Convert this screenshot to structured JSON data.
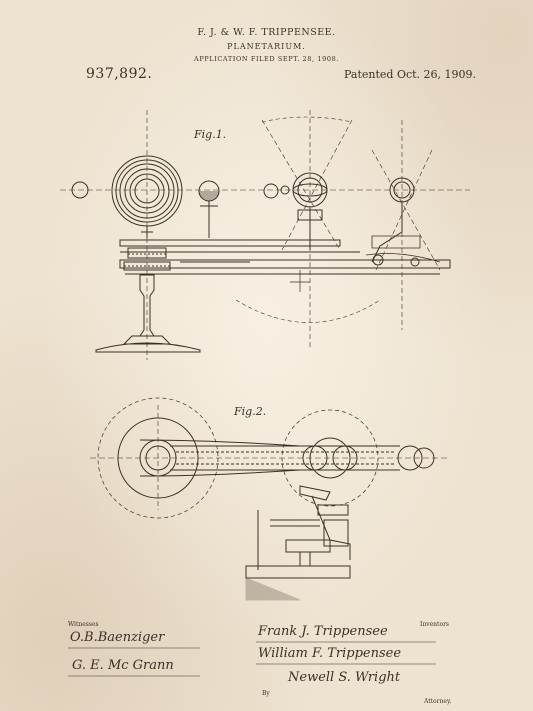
{
  "header": {
    "inventors": "F. J. & W. F. TRIPPENSEE.",
    "invention": "PLANETARIUM.",
    "application_filed": "APPLICATION FILED SEPT. 28, 1908.",
    "patent_number": "937,892.",
    "patented_date": "Patented Oct. 26, 1909."
  },
  "figures": {
    "fig1_label": "Fig.1.",
    "fig2_label": "Fig.2."
  },
  "footer": {
    "witnesses_label": "Witnesses",
    "inventors_label": "Inventors",
    "by_label": "By",
    "attorney_label": "Attorney.",
    "witness_signatures": [
      "O.B.Baenziger",
      "G. E. Mc Grann"
    ],
    "inventor_signatures": [
      "Frank J. Trippensee",
      "William F. Trippensee"
    ],
    "attorney_signature": "Newell S. Wright"
  },
  "colors": {
    "paper": "#eee3d1",
    "ink": "#3b3128"
  }
}
